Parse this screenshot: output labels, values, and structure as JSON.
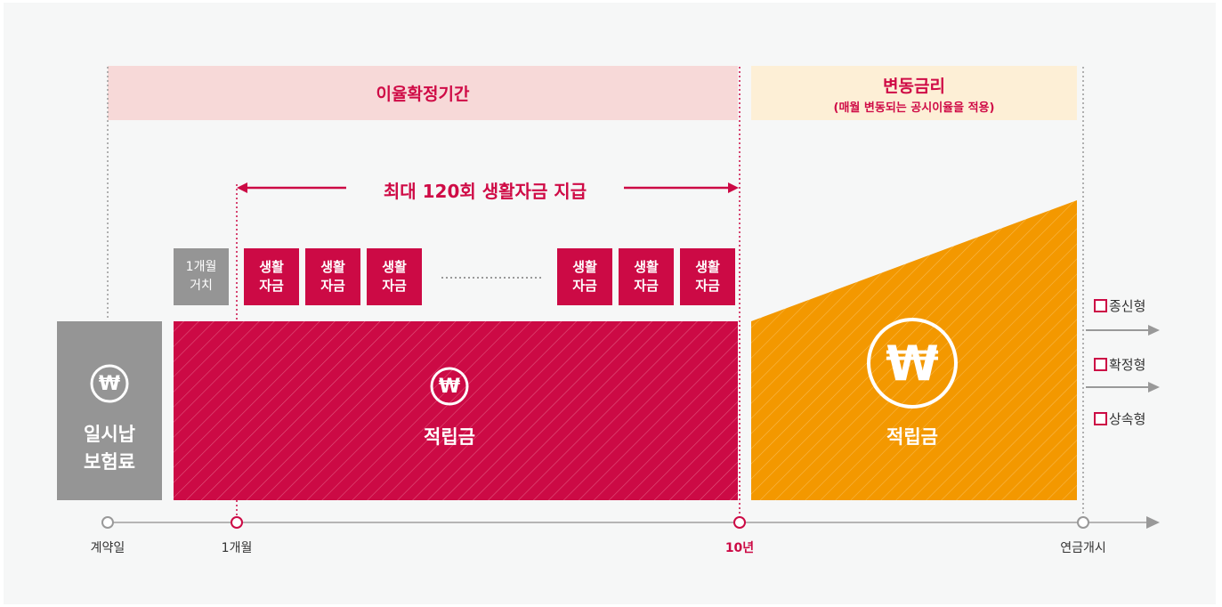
{
  "bands": {
    "fixed_period": "이율확정기간",
    "variable_rate_title": "변동금리",
    "variable_rate_note": "(매월 변동되는 공시이율을 적용)"
  },
  "payout_range_label": "최대 120회 생활자금 지급",
  "grace_box": {
    "line1": "1개월",
    "line2": "거치"
  },
  "payouts": [
    {
      "line1": "생활",
      "line2": "자금"
    },
    {
      "line1": "생활",
      "line2": "자금"
    },
    {
      "line1": "생활",
      "line2": "자금"
    },
    {
      "line1": "생활",
      "line2": "자금"
    },
    {
      "line1": "생활",
      "line2": "자금"
    },
    {
      "line1": "생활",
      "line2": "자금"
    }
  ],
  "lump_sum": {
    "line1": "일시납",
    "line2": "보험료"
  },
  "accumulation_red": "적립금",
  "accumulation_orange": "적립금",
  "currency_symbol": "₩",
  "annuity_options": [
    "종신형",
    "확정형",
    "상속형"
  ],
  "timeline": {
    "contract_date": "계약일",
    "one_month": "1개월",
    "ten_years": "10년",
    "annuity_start": "연금개시"
  },
  "colors": {
    "crimson": "#cc0a45",
    "orange": "#f39800",
    "gray": "#959595",
    "pink_band": "#f7d9d8",
    "cream_band": "#fdefd6"
  }
}
